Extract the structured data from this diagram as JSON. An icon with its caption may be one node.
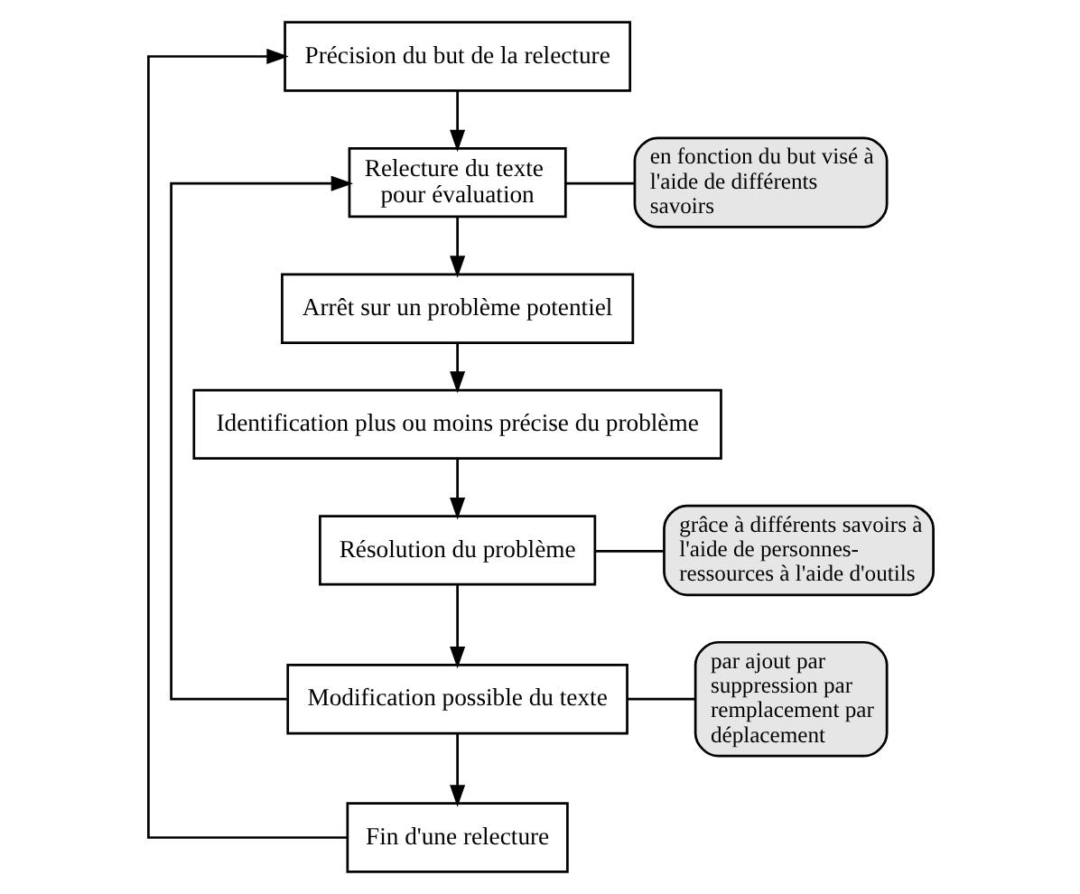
{
  "diagram": {
    "nodes": [
      {
        "text": [
          "Précision du but de la relecture"
        ]
      },
      {
        "text": [
          "Relecture du texte pour évaluation"
        ]
      },
      {
        "text": [
          "en fonction du but visé à l'aide de différents savoirs"
        ]
      },
      {
        "text": [
          "Arrêt sur un problème potentiel"
        ]
      },
      {
        "text": [
          "Identification plus ou moins précise du problème"
        ]
      },
      {
        "text": [
          "Résolution du problème"
        ]
      },
      {
        "text": [
          "grâce à différents savoirs à l'aide de personnes-ressources à l'aide d'outils"
        ]
      },
      {
        "text": [
          "Modification possible du texte"
        ]
      },
      {
        "text": [
          "par ajout par suppression par remplacement par déplacement"
        ]
      },
      {
        "text": [
          "Fin d'une relecture"
        ]
      }
    ],
    "edges": [
      {
        "from": 0,
        "to": 1,
        "arrow": "to"
      },
      {
        "from": 1,
        "to": 2,
        "arrow": "none"
      },
      {
        "from": 1,
        "to": 3,
        "arrow": "to"
      },
      {
        "from": 3,
        "to": 4,
        "arrow": "to"
      },
      {
        "from": 4,
        "to": 5,
        "arrow": "to"
      },
      {
        "from": 5,
        "to": 6,
        "arrow": "none"
      },
      {
        "from": 5,
        "to": 7,
        "arrow": "to"
      },
      {
        "from": 7,
        "to": 8,
        "arrow": "none"
      },
      {
        "from": 7,
        "to": 9,
        "arrow": "to"
      },
      {
        "from": 7,
        "to": 1,
        "arrow": "to"
      },
      {
        "from": 9,
        "to": 0,
        "arrow": "to"
      }
    ]
  }
}
